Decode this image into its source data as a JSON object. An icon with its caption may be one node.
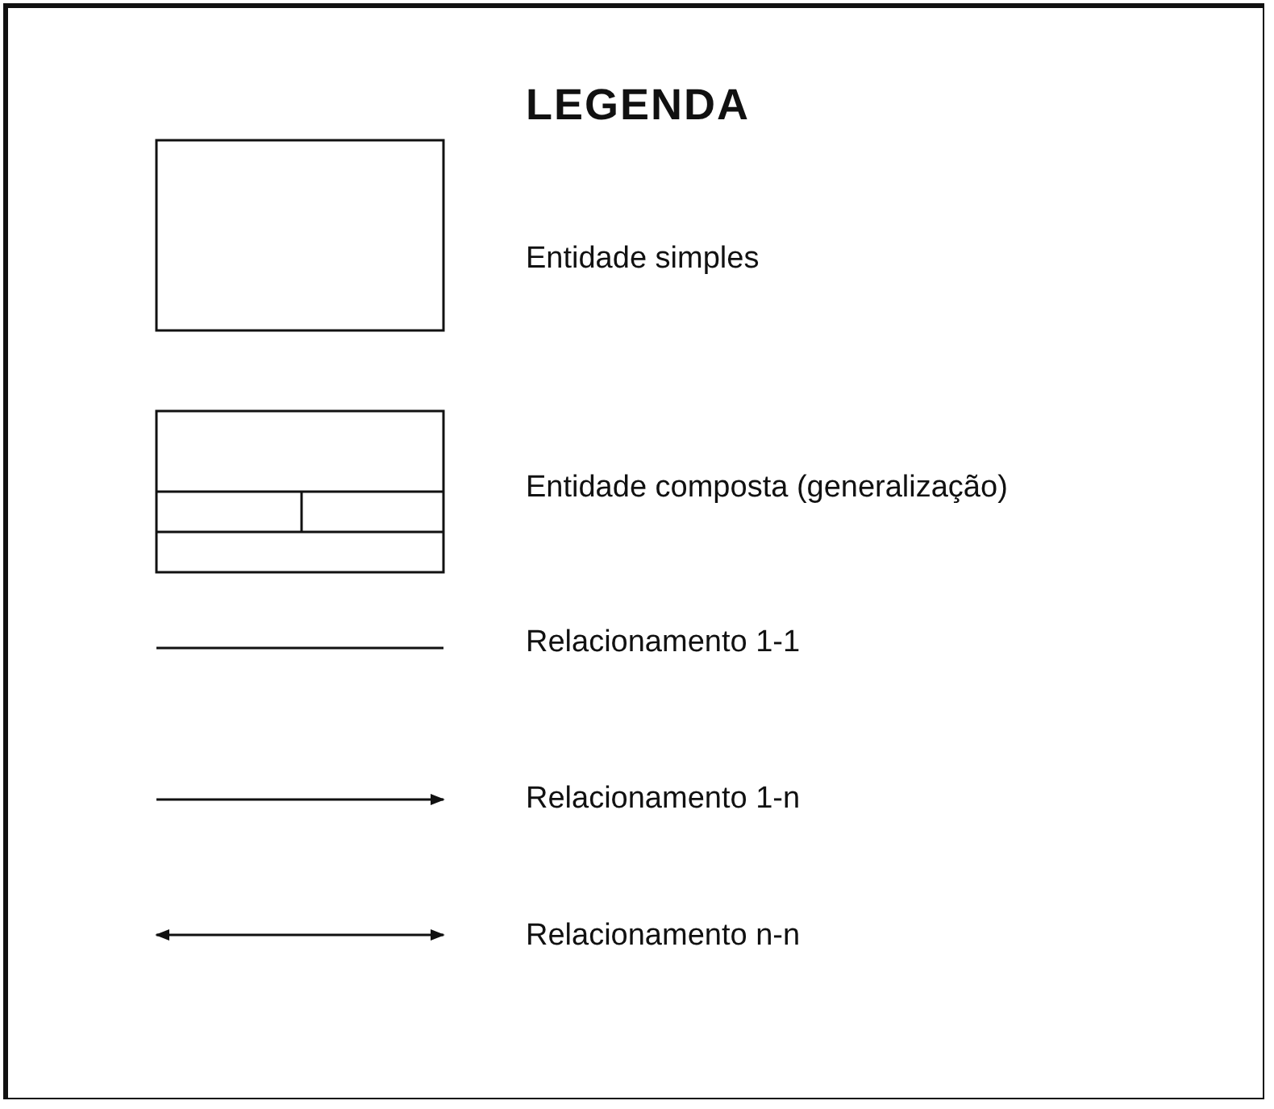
{
  "diagram": {
    "title": "LEGENDA",
    "legend": [
      {
        "text": "Entidade simples"
      },
      {
        "text": "Entidade composta (generalização)"
      },
      {
        "text": "Relacionamento 1-1"
      },
      {
        "text": "Relacionamento 1-n"
      },
      {
        "text": "Relacionamento n-n"
      }
    ]
  }
}
